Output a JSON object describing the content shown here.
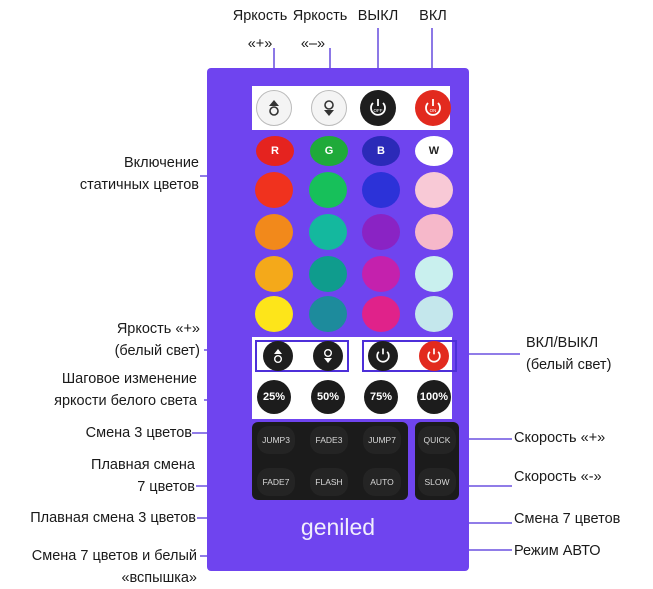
{
  "labels": {
    "bright_plus_top_line1": "Яркость",
    "bright_plus_top_line2": "«+»",
    "bright_minus_top_line1": "Яркость",
    "bright_minus_top_line2": "«–»",
    "off_top": "ВЫКЛ",
    "on_top": "ВКЛ",
    "static_colors_line1": "Включение",
    "static_colors_line2": "статичных цветов",
    "white_bright_line1": "Яркость «+»",
    "white_bright_line2": "(белый свет)",
    "step_line1": "Шаговое изменение",
    "step_line2": "яркости белого света",
    "jump3": "Смена 3 цветов",
    "fade7_line1": "Плавная смена",
    "fade7_line2": "7 цветов",
    "fade3": "Плавная смена 3 цветов",
    "flash_line1": "Смена 7 цветов и белый",
    "flash_line2": "«вспышка»",
    "white_onoff_line1": "ВКЛ/ВЫКЛ",
    "white_onoff_line2": "(белый свет)",
    "speed_plus": "Скорость «+»",
    "speed_minus": "Скорость «-»",
    "jump7": "Смена 7 цветов",
    "auto": "Режим АВТО"
  },
  "remote": {
    "brand": "geniled",
    "rgbw": [
      "R",
      "G",
      "B",
      "W"
    ],
    "percent": [
      "25%",
      "50%",
      "75%",
      "100%"
    ],
    "mode_row1": [
      "JUMP3",
      "FADE3",
      "JUMP7"
    ],
    "mode_row2": [
      "FADE7",
      "FLASH",
      "AUTO"
    ],
    "speed": [
      "QUICK",
      "SLOW"
    ],
    "power_off": "OFF",
    "power_on": "ON"
  },
  "colors": {
    "body": "#6f44ef",
    "header": [
      "#e5231f",
      "#1faa3a",
      "#2b2ab8",
      "#ffffff"
    ],
    "grid": [
      [
        "#f0321e",
        "#17c05a",
        "#2c32d8",
        "#f8c9d6"
      ],
      [
        "#f2891b",
        "#14b89e",
        "#8a23c4",
        "#f6b8ca"
      ],
      [
        "#f4a91a",
        "#0f9c8d",
        "#c421ad",
        "#c9f0ee"
      ],
      [
        "#fde51a",
        "#1d8b9c",
        "#e0228a",
        "#c4e7ec"
      ]
    ]
  },
  "icons": [
    "brightness-up-icon",
    "brightness-down-icon",
    "power-off-icon",
    "power-on-icon"
  ]
}
